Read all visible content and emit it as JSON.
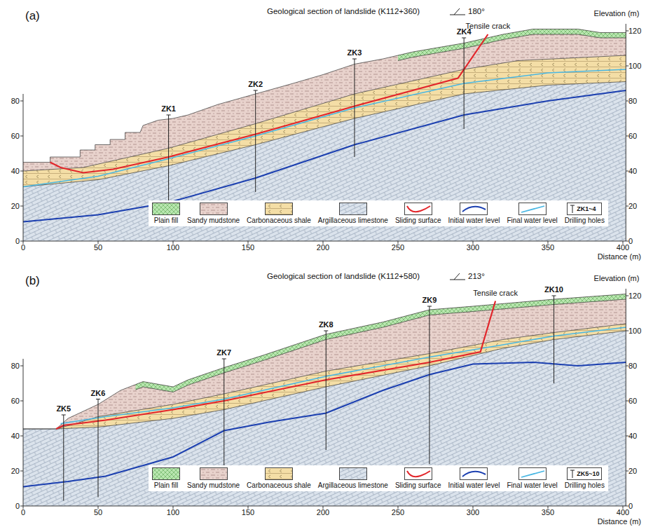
{
  "diagram": {
    "labels": [
      "(a)",
      "Geological section of landslide (K112+360)",
      "180°",
      "Tensile crack",
      "Elevation (m)",
      "ZK1",
      "ZK2",
      "ZK3",
      "ZK4",
      "0",
      "20",
      "40",
      "60",
      "80",
      "0",
      "20",
      "40",
      "60",
      "80",
      "100",
      "120",
      "0",
      "50",
      "100",
      "150",
      "200",
      "250",
      "300",
      "350",
      "400",
      "Distance (m)",
      "ZK1~4",
      "(b)",
      "Geological section of landslide (K112+580)",
      "213°",
      "Tensile crack",
      "Elevation (m)",
      "ZK5",
      "ZK6",
      "ZK7",
      "ZK8",
      "ZK9",
      "ZK10",
      "0",
      "20",
      "40",
      "60",
      "80",
      "0",
      "20",
      "40",
      "60",
      "80",
      "100",
      "120",
      "0",
      "50",
      "100",
      "150",
      "200",
      "250",
      "300",
      "350",
      "400",
      "Distance (m)",
      "ZK5~10"
    ],
    "legend": [
      {
        "text": "Plain fill",
        "color": "#b9e7b0"
      },
      {
        "text": "Sandy mudstone",
        "color": "#e8d2cc"
      },
      {
        "text": "Carbonaceous shale",
        "color": "#f4dea6"
      },
      {
        "text": "Argillaceous limestone",
        "color": "#dbe3ec"
      },
      {
        "text": "Sliding surface"
      },
      {
        "text": "Initial water level"
      },
      {
        "text": "Final water level"
      },
      {
        "text": "Drilling holes"
      },
      {
        "text": "Plain fill",
        "color": "#b9e7b0"
      },
      {
        "text": "Sandy mudstone",
        "color": "#e8d2cc"
      },
      {
        "text": "Carbonaceous shale",
        "color": "#f4dea6"
      },
      {
        "text": "Argillaceous limestone",
        "color": "#dbe3ec"
      },
      {
        "text": "Sliding surface"
      },
      {
        "text": "Initial water level"
      },
      {
        "text": "Final water level"
      },
      {
        "text": "Drilling holes"
      }
    ]
  }
}
